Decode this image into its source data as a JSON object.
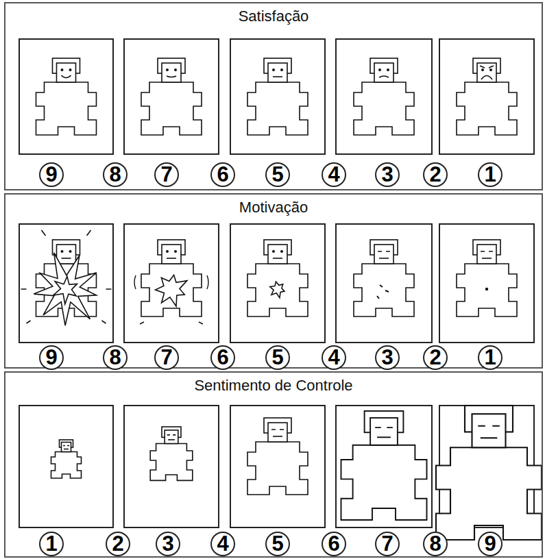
{
  "diagram": {
    "nodes": [
      {
        "text": [
          "Satisfação"
        ]
      },
      {
        "text": [
          "Motivação"
        ]
      },
      {
        "text": [
          "Sentimento de Controle"
        ]
      }
    ],
    "labels": [
      "9",
      "8",
      "7",
      "6",
      "5",
      "4",
      "3",
      "2",
      "1",
      "9",
      "8",
      "7",
      "6",
      "5",
      "4",
      "3",
      "2",
      "1",
      "1",
      "2",
      "3",
      "4",
      "5",
      "6",
      "7",
      "8",
      "9"
    ]
  }
}
